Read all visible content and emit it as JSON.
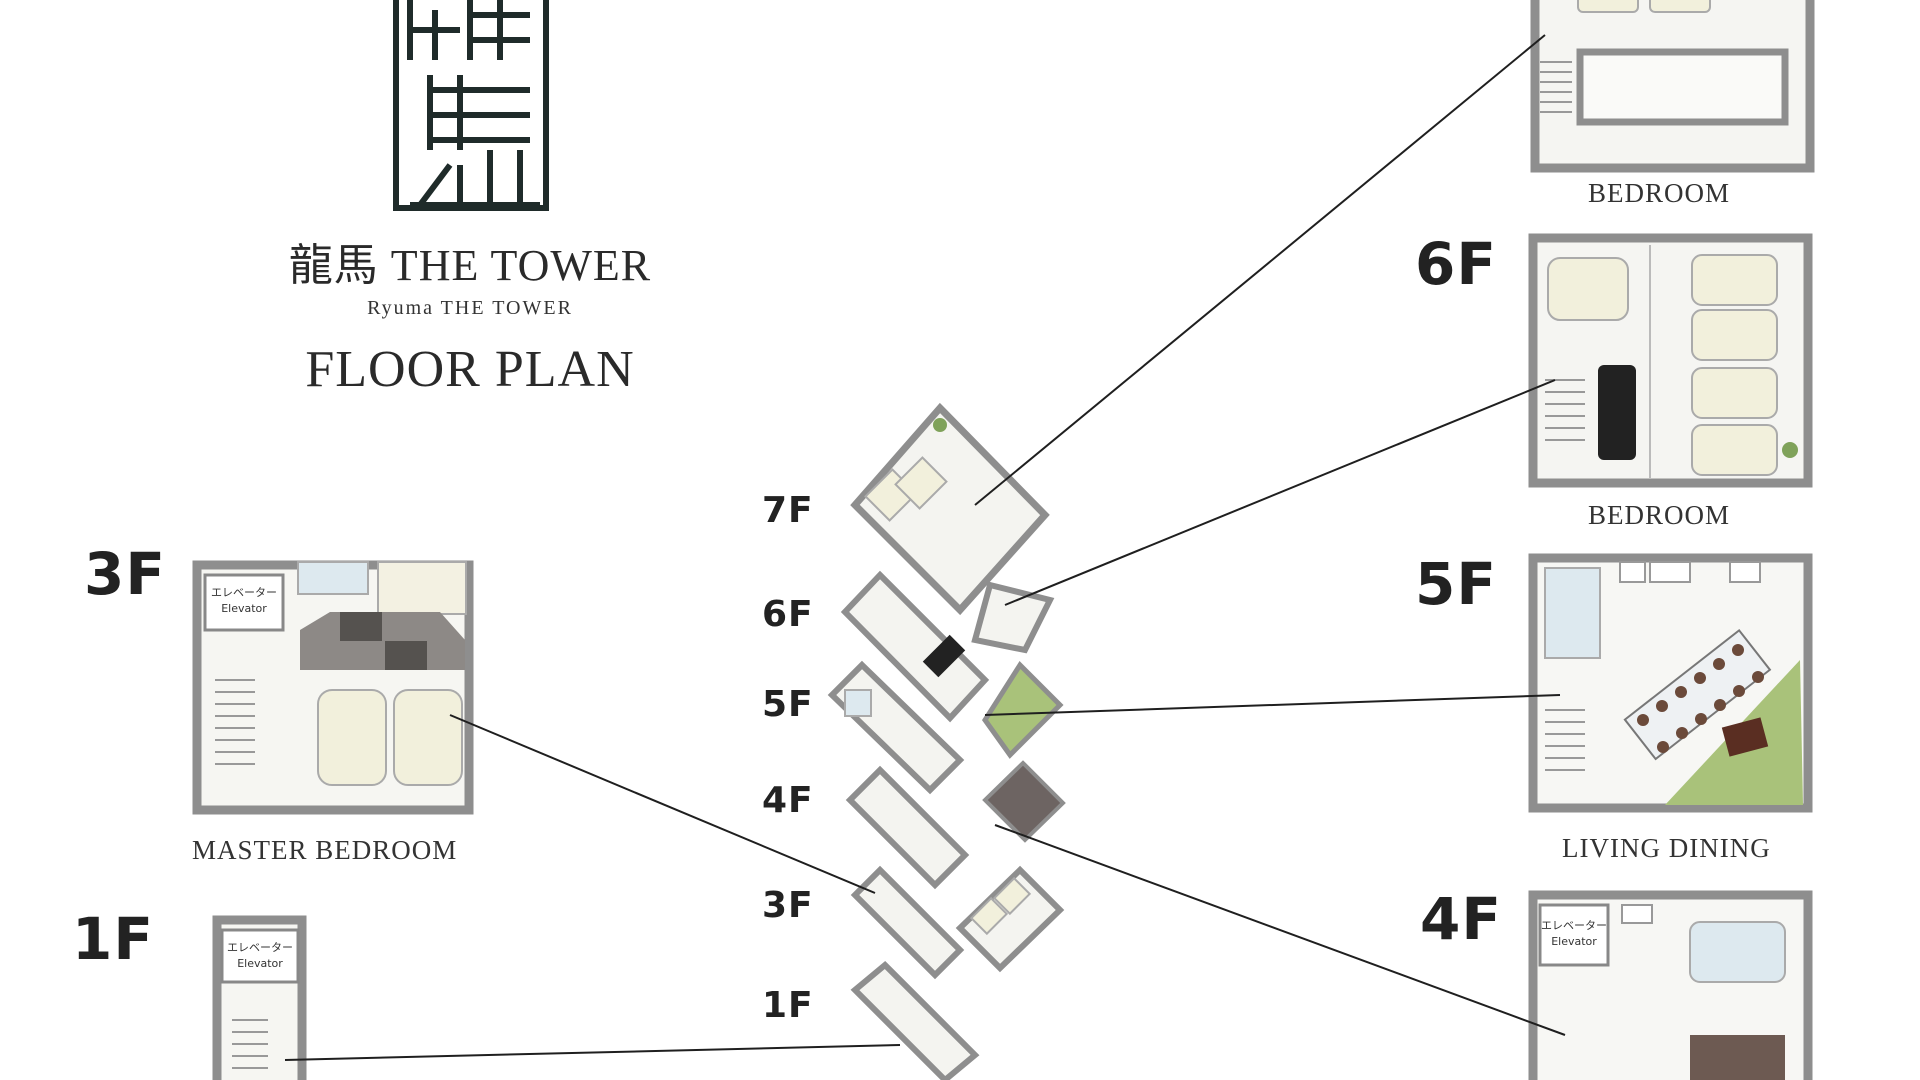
{
  "brand": {
    "logo_kanji": "龍馬",
    "title": "龍馬 THE TOWER",
    "subtitle": "Ryuma THE TOWER",
    "heading": "FLOOR PLAN"
  },
  "floor_tags": {
    "f7": "7F",
    "f6": "6F",
    "f5": "5F",
    "f4": "4F",
    "f3": "3F",
    "f1": "1F"
  },
  "rooms": {
    "top_right": "BEDROOM",
    "f6": "BEDROOM",
    "f5": "LIVING DINING",
    "f3": "MASTER BEDROOM"
  },
  "elevator": {
    "jp": "エレベーター",
    "en": "Elevator"
  },
  "colors": {
    "wall": "#8e8e8e",
    "floor": "#f4f4f0",
    "bed": "#f2f0dc",
    "grass": "#a9c27a",
    "dark_tile": "#5d5a58",
    "leader_line": "#1f1f1f"
  }
}
